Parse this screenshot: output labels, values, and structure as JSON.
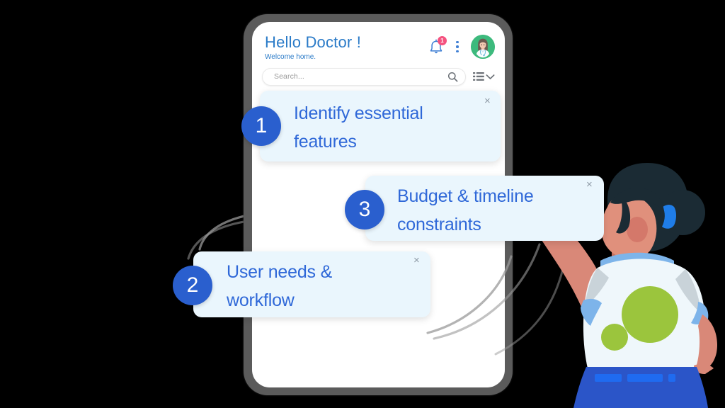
{
  "scene": {
    "background_color": "#000000",
    "description": "Illustration of a person pointing at requirement cards floating over a smartphone"
  },
  "phone": {
    "frame_color": "#5b5b5b",
    "screen_color": "#ffffff"
  },
  "app": {
    "header": {
      "title": "Hello Doctor !",
      "subtitle": "Welcome home.",
      "title_color": "#2b7bc8",
      "notification": {
        "icon": "bell-icon",
        "badge_count": "1",
        "badge_color": "#f5527f"
      },
      "overflow_icon": "kebab-menu-icon",
      "avatar": {
        "icon": "doctor-avatar",
        "background_color": "#3dba7d"
      }
    },
    "search": {
      "placeholder": "Search...",
      "icon": "search-icon"
    },
    "list_toggle": {
      "icon": "list-view-icon",
      "chevron": "chevron-down-icon"
    }
  },
  "cards": [
    {
      "id": "card1",
      "number": "1",
      "text": "Identify essential\nfeatures",
      "close_label": "×",
      "background_color": "#eaf6fd",
      "text_color": "#2f68d8",
      "badge_color": "#2a5fce"
    },
    {
      "id": "card3",
      "number": "3",
      "text": "Budget & timeline\nconstraints",
      "close_label": "×",
      "background_color": "#eaf6fd",
      "text_color": "#2f68d8",
      "badge_color": "#2a5fce"
    },
    {
      "id": "card2",
      "number": "2",
      "text": "User needs &\nworkflow",
      "close_label": "×",
      "background_color": "#eaf6fd",
      "text_color": "#2f68d8",
      "badge_color": "#2a5fce"
    }
  ],
  "character": {
    "name": "pointing-person-illustration",
    "hair_color": "#1b2b34",
    "skin_color": "#d98878",
    "shirt_color": "#eff7fb",
    "shirt_accent_color": "#9bc53d",
    "sleeve_color": "#7db4ea",
    "skirt_color": "#2b55c8",
    "hair_tie_color": "#1f7de8"
  },
  "motion_lines": {
    "color": "#9a9a9a",
    "count": "5"
  }
}
